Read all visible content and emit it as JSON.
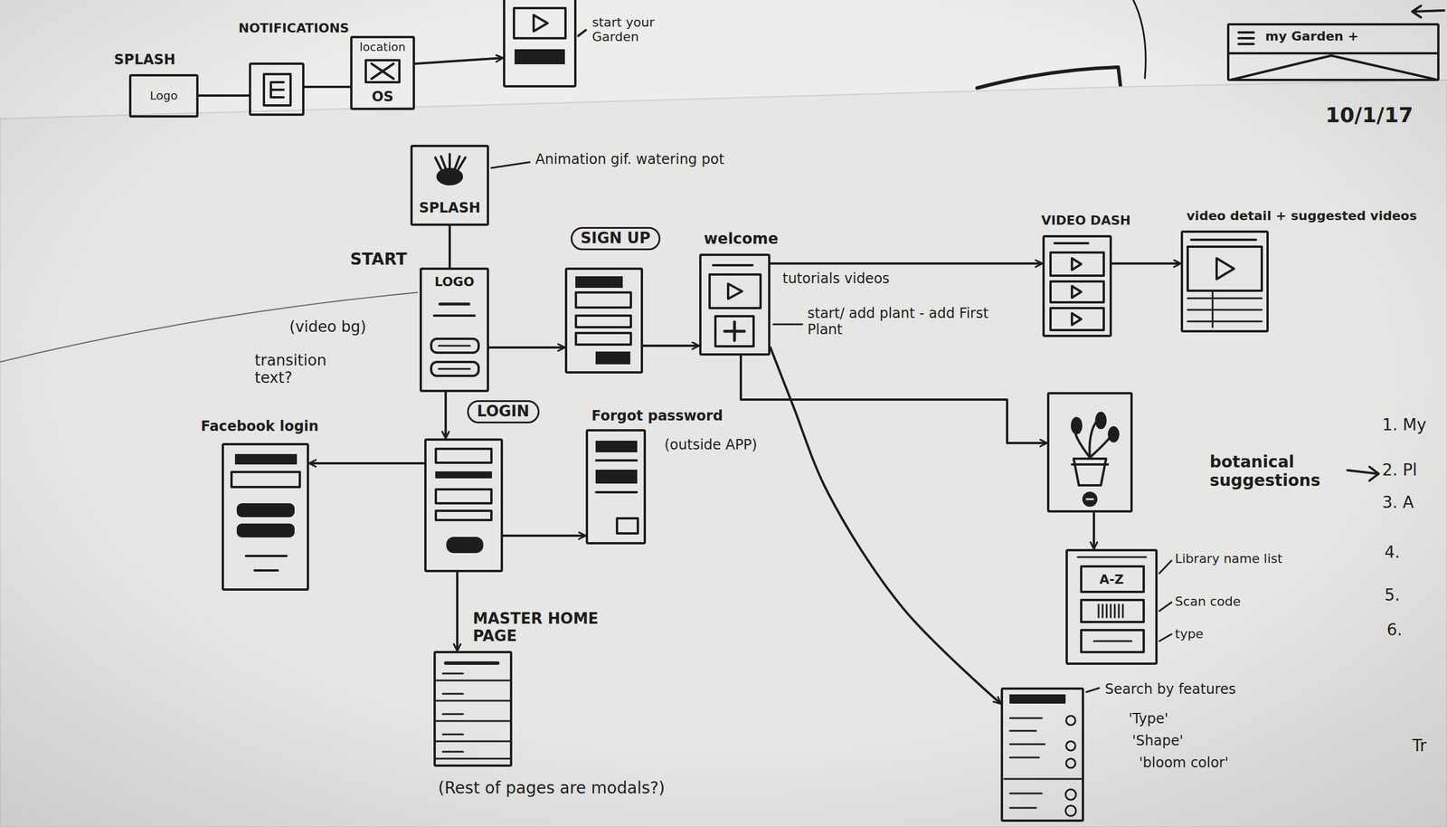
{
  "diagram": {
    "nodes": [
      {
        "text": [
          "SPLASH",
          "Logo"
        ]
      },
      {
        "text": [
          "NOTIFICATIONS"
        ]
      },
      {
        "text": [
          "location",
          "OS"
        ]
      },
      {
        "text": [
          "start your Garden"
        ]
      },
      {
        "text": [
          "my Garden +"
        ]
      },
      {
        "text": [
          "SPLASH"
        ]
      },
      {
        "text": [
          "START",
          "LOGO"
        ]
      },
      {
        "text": [
          "SIGN UP"
        ]
      },
      {
        "text": [
          "welcome"
        ]
      },
      {
        "text": [
          "VIDEO DASH"
        ]
      },
      {
        "text": [
          "video detail + suggested videos"
        ]
      },
      {
        "text": [
          "LOGIN"
        ]
      },
      {
        "text": [
          "Facebook login"
        ]
      },
      {
        "text": [
          "Forgot password"
        ]
      },
      {
        "text": [
          "MASTER HOME PAGE"
        ]
      },
      {
        "text": []
      },
      {
        "text": [
          "A-Z"
        ]
      },
      {
        "text": [
          "Search by features"
        ]
      }
    ],
    "edges": [
      {
        "from": 0,
        "to": 1,
        "arrow": "none"
      },
      {
        "from": 1,
        "to": 2,
        "arrow": "none"
      },
      {
        "from": 2,
        "to": 3,
        "arrow": "to"
      },
      {
        "from": 5,
        "to": 6,
        "arrow": "none"
      },
      {
        "from": 6,
        "to": 7,
        "arrow": "to"
      },
      {
        "from": 6,
        "to": 11,
        "arrow": "to"
      },
      {
        "from": 7,
        "to": 8,
        "arrow": "to"
      },
      {
        "from": 8,
        "to": 9,
        "arrow": "to"
      },
      {
        "from": 9,
        "to": 10,
        "arrow": "to"
      },
      {
        "from": 11,
        "to": 12,
        "arrow": "to"
      },
      {
        "from": 11,
        "to": 13,
        "arrow": "to"
      },
      {
        "from": 11,
        "to": 14,
        "arrow": "to"
      },
      {
        "from": 8,
        "to": 15,
        "arrow": "to"
      },
      {
        "from": 8,
        "to": 17,
        "arrow": "to"
      },
      {
        "from": 15,
        "to": 16,
        "arrow": "to"
      }
    ],
    "labels": [
      "Animation gif. watering pot",
      "(video bg)",
      "transition text?",
      "tutorials videos",
      "start/ add plant - add First Plant",
      "(outside APP)",
      "(Rest of pages are modals?)",
      "Library name list",
      "Scan code",
      "type",
      "'Type'",
      "'Shape'",
      "'bloom color'",
      "botanical suggestions",
      "1. My",
      "2. Pl",
      "3. A",
      "4.",
      "5.",
      "6.",
      "10/1/17",
      "Tr"
    ]
  }
}
